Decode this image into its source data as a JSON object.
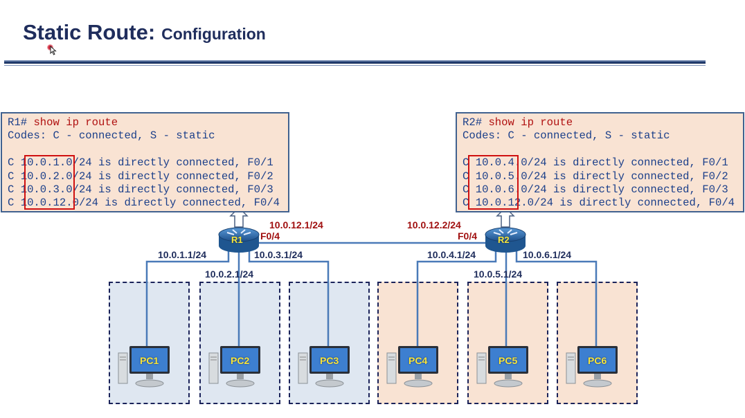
{
  "slide": {
    "title_main": "Static Route:",
    "title_sub": "Configuration"
  },
  "r1_table": {
    "prompt": "R1#",
    "command": "show ip route",
    "codes": "Codes: C - connected, S - static",
    "routes": [
      {
        "code": "C",
        "net": "10.0.1.",
        "rest": "0/24 is directly connected, F0/1"
      },
      {
        "code": "C",
        "net": "10.0.2.",
        "rest": "0/24 is directly connected, F0/2"
      },
      {
        "code": "C",
        "net": "10.0.3.",
        "rest": "0/24 is directly connected, F0/3"
      },
      {
        "code": "C",
        "net": "10.0.12",
        "rest": ".0/24 is directly connected, F0/4"
      }
    ]
  },
  "r2_table": {
    "prompt": "R2#",
    "command": "show ip route",
    "codes": "Codes: C - connected, S - static",
    "routes": [
      {
        "code": "C",
        "net": "10.0.4.",
        "rest": "0/24 is directly connected, F0/1"
      },
      {
        "code": "C",
        "net": "10.0.5.",
        "rest": "0/24 is directly connected, F0/2"
      },
      {
        "code": "C",
        "net": "10.0.6.",
        "rest": "0/24 is directly connected, F0/3"
      },
      {
        "code": "C",
        "net": "10.0.12",
        "rest": ".0/24 is directly connected, F0/4"
      }
    ]
  },
  "routers": {
    "r1": {
      "label": "R1",
      "link_ip": "10.0.12.1/24",
      "link_iface": "F0/4"
    },
    "r2": {
      "label": "R2",
      "link_ip": "10.0.12.2/24",
      "link_iface": "F0/4"
    }
  },
  "subnets": [
    {
      "ip": "10.0.1.1/24"
    },
    {
      "ip": "10.0.2.1/24"
    },
    {
      "ip": "10.0.3.1/24"
    },
    {
      "ip": "10.0.4.1/24"
    },
    {
      "ip": "10.0.5.1/24"
    },
    {
      "ip": "10.0.6.1/24"
    }
  ],
  "pcs": [
    {
      "label": "PC1"
    },
    {
      "label": "PC2"
    },
    {
      "label": "PC3"
    },
    {
      "label": "PC4"
    },
    {
      "label": "PC5"
    },
    {
      "label": "PC6"
    }
  ],
  "colors": {
    "title": "#1f2d5c",
    "box_fill": "#f9e3d3",
    "blue_zone": "#dfe7f1",
    "highlight": "#d01010",
    "link": "#4a7ab8"
  }
}
